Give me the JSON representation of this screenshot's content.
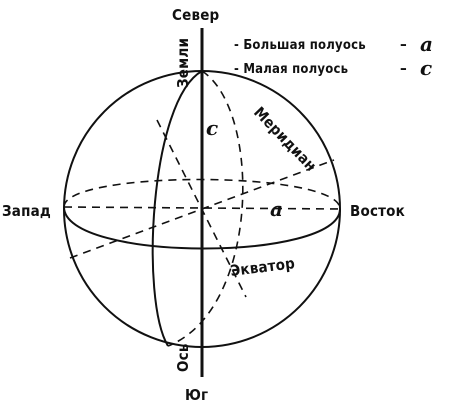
{
  "labels": {
    "north": "Север",
    "south": "Юг",
    "west": "Запад",
    "east": "Восток",
    "axis_top": "Земли",
    "axis_bottom": "Ось",
    "meridian": "Меридиан",
    "equator": "Экватор",
    "semi_major_symbol": "a",
    "semi_minor_symbol": "c"
  },
  "legend": [
    {
      "text": "- Большая полуось",
      "dash": "–",
      "symbol": "a"
    },
    {
      "text": "- Малая полуось",
      "dash": "–",
      "symbol": "c"
    }
  ],
  "colors": {
    "ink": "#111111",
    "background": "#ffffff"
  }
}
